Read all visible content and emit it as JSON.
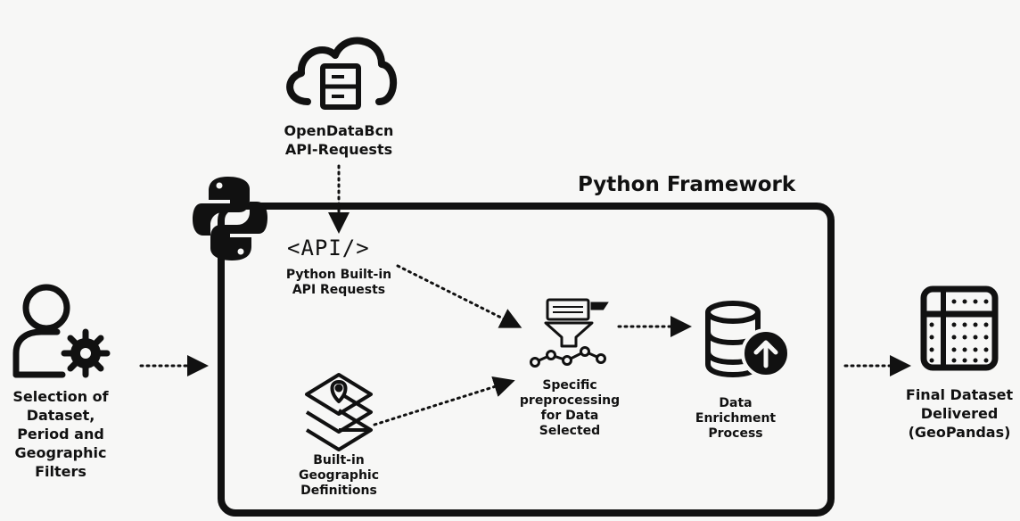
{
  "framework": {
    "title": "Python Framework"
  },
  "source": {
    "label": "OpenDataBcn\nAPI-Requests"
  },
  "api": {
    "tag": "<API/>",
    "label": "Python Built-in\nAPI Requests"
  },
  "geo": {
    "label": "Built-in\nGeographic\nDefinitions"
  },
  "preprocessing": {
    "label": "Specific\npreprocessing\nfor Data\nSelected"
  },
  "enrichment": {
    "label": "Data\nEnrichment\nProcess"
  },
  "selection": {
    "label": "Selection of\nDataset,\nPeriod and\nGeographic\nFilters"
  },
  "output": {
    "label": "Final Dataset\nDelivered\n(GeoPandas)"
  },
  "icons": [
    "cloud-server-icon",
    "python-logo-icon",
    "user-settings-icon",
    "layers-pin-icon",
    "filter-chart-icon",
    "database-upload-icon",
    "table-icon"
  ],
  "colors": {
    "ink": "#111111",
    "background": "#f7f7f6",
    "python_mark": "#111111"
  }
}
